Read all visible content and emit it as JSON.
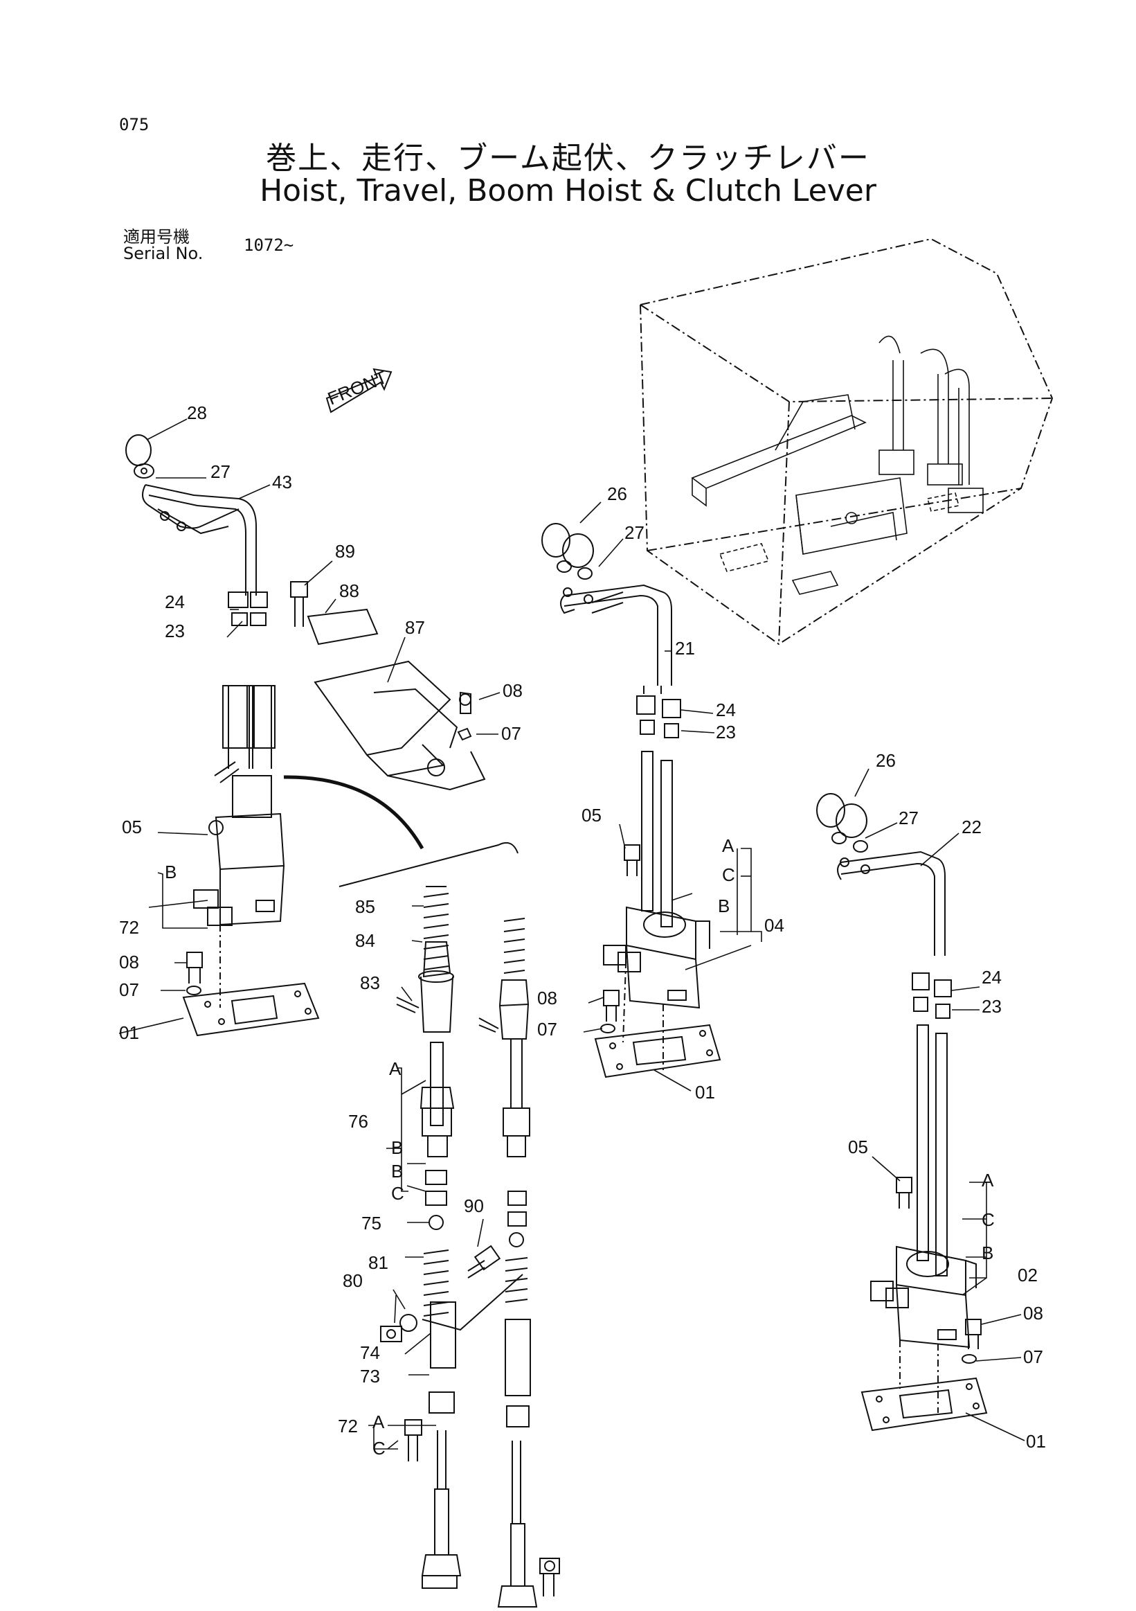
{
  "page_number": "075",
  "title_jp": "巻上、走行、ブーム起伏、クラッチレバー",
  "title_en": "Hoist, Travel, Boom Hoist & Clutch Lever",
  "serial": {
    "label_jp": "適用号機",
    "label_en": "Serial No.",
    "value": "1072~"
  },
  "front_marker": "FRONT",
  "part_labels": {
    "p28": "28",
    "p27a": "27",
    "p43": "43",
    "p24a": "24",
    "p23a": "23",
    "p89": "89",
    "p88": "88",
    "p87": "87",
    "p08a": "08",
    "p07a": "07",
    "p05a": "05",
    "pBa": "B",
    "p72a": "72",
    "p08b": "08",
    "p07b": "07",
    "p01a": "01",
    "p26a": "26",
    "p27b": "27",
    "p21": "21",
    "p24b": "24",
    "p23b": "23",
    "p05b": "05",
    "pAb": "A",
    "pCb": "C",
    "pBb": "B",
    "p04": "04",
    "p08c": "08",
    "p07c": "07",
    "p01b": "01",
    "p85": "85",
    "p84": "84",
    "p83": "83",
    "pAd": "A",
    "p76": "76",
    "pBd1": "B",
    "pBd2": "B",
    "pCd": "C",
    "p75": "75",
    "p90": "90",
    "p80": "80",
    "p81": "81",
    "p74": "74",
    "p73": "73",
    "p72b": "72",
    "pAe": "A",
    "pCe": "C",
    "p26b": "26",
    "p27c": "27",
    "p22": "22",
    "p24c": "24",
    "p23c": "23",
    "p05c": "05",
    "pAc": "A",
    "pCc": "C",
    "pBc": "B",
    "p02": "02",
    "p08d": "08",
    "p07d": "07",
    "p01c": "01"
  }
}
